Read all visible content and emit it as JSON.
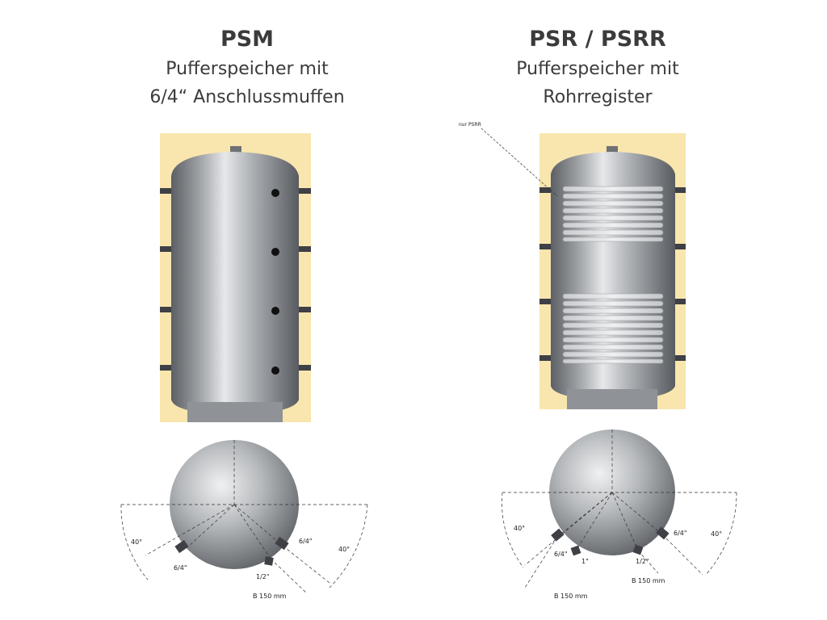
{
  "left": {
    "title": "PSM",
    "subtitle_line1": "Pufferspeicher mit",
    "subtitle_line2": "6/4“ Anschlussmuffen",
    "dims": {
      "angle_left": "40°",
      "angle_right": "40°",
      "port_left": "6/4\"",
      "port_right": "6/4\"",
      "port_bottom": "1/2\"",
      "distance": "B 150 mm"
    }
  },
  "right": {
    "title": "PSR / PSRR",
    "subtitle_line1": "Pufferspeicher mit",
    "subtitle_line2": "Rohrregister",
    "note": "nur PSRR",
    "dims": {
      "angle_left": "40°",
      "angle_right": "40°",
      "port_left": "6/4\"",
      "port_right": "6/4\"",
      "port_mid": "1\"",
      "port_bottom": "1/2\"",
      "distance_right": "B 150 mm",
      "distance_left": "B 150 mm"
    }
  },
  "colors": {
    "insulation": "#f8e6ae",
    "tank_dark": "#5f6266",
    "tank_light": "#e4e6e8",
    "connector": "#3e4045"
  }
}
